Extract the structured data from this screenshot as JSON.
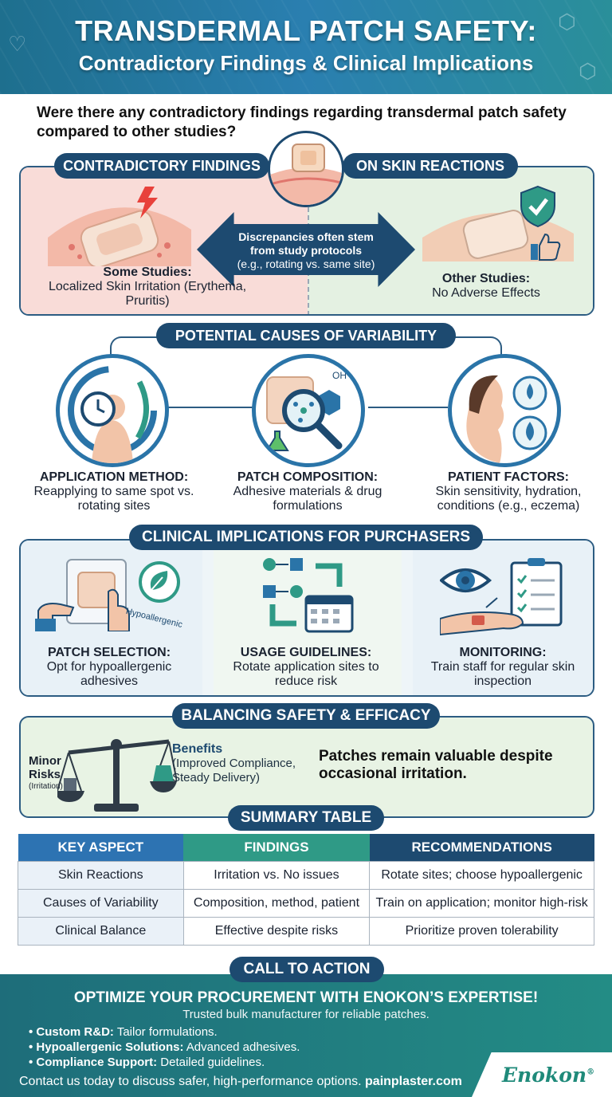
{
  "header": {
    "title_line1": "TRANSDERMAL PATCH SAFETY:",
    "title_line2": "Contradictory Findings & Clinical Implications"
  },
  "question": "Were there any contradictory findings regarding transdermal patch safety compared to other studies?",
  "skin_section": {
    "pill_left": "CONTRADICTORY FINDINGS",
    "pill_right": "ON SKIN REACTIONS",
    "left_title": "Some Studies:",
    "left_desc": "Localized Skin Irritation (Erythema, Pruritis)",
    "right_title": "Other Studies:",
    "right_desc": "No Adverse Effects",
    "arrow_bold": "Discrepancies often stem from study protocols",
    "arrow_sub": "(e.g., rotating vs. same site)"
  },
  "causes": {
    "pill": "POTENTIAL CAUSES OF VARIABILITY",
    "items": [
      {
        "title": "APPLICATION METHOD:",
        "desc": "Reapplying to same spot vs. rotating sites"
      },
      {
        "title": "PATCH COMPOSITION:",
        "desc": "Adhesive materials & drug formulations"
      },
      {
        "title": "PATIENT FACTORS:",
        "desc": "Skin sensitivity, hydration, conditions (e.g., eczema)"
      }
    ],
    "chem_label": "OH"
  },
  "implications": {
    "pill": "CLINICAL IMPLICATIONS FOR PURCHASERS",
    "items": [
      {
        "title": "PATCH SELECTION:",
        "desc": "Opt for hypoallergenic adhesives"
      },
      {
        "title": "USAGE GUIDELINES:",
        "desc": "Rotate application sites to reduce risk"
      },
      {
        "title": "MONITORING:",
        "desc": "Train staff for regular skin inspection"
      }
    ],
    "badge_text": "Hypoallergenic"
  },
  "balance": {
    "pill": "BALANCING SAFETY & EFFICACY",
    "risks_title": "Minor Risks",
    "risks_sub": "(Irritation)",
    "benefits_title": "Benefits",
    "benefits_sub": "(Improved Compliance, Steady Delivery)",
    "statement": "Patches remain valuable despite occasional irritation."
  },
  "summary": {
    "pill": "SUMMARY TABLE",
    "headers": [
      "KEY ASPECT",
      "FINDINGS",
      "RECOMMENDATIONS"
    ],
    "header_colors": [
      "#2d73b2",
      "#2f9a86",
      "#1d4a70"
    ],
    "rows": [
      [
        "Skin Reactions",
        "Irritation vs. No issues",
        "Rotate sites; choose hypoallergenic"
      ],
      [
        "Causes of Variability",
        "Composition, method, patient",
        "Train on application; monitor high-risk"
      ],
      [
        "Clinical Balance",
        "Effective despite risks",
        "Prioritize proven tolerability"
      ]
    ]
  },
  "cta": {
    "pill": "CALL TO ACTION",
    "title": "OPTIMIZE YOUR PROCUREMENT WITH ENOKON’S EXPERTISE!",
    "subtitle": "Trusted bulk manufacturer for reliable patches.",
    "items": [
      {
        "bold": "Custom R&D:",
        "text": "Tailor formulations."
      },
      {
        "bold": "Hypoallergenic Solutions:",
        "text": "Advanced adhesives."
      },
      {
        "bold": "Compliance Support:",
        "text": "Detailed guidelines."
      }
    ],
    "contact_text": "Contact us today to discuss safer, high-performance options.",
    "contact_link": "painplaster.com",
    "logo": "Enokon",
    "logo_mark": "®"
  },
  "colors": {
    "navy": "#1d4a70",
    "blue": "#2a74a8",
    "teal": "#2f9a86",
    "pink_panel": "#f9dcd8",
    "green_panel": "#e4f1e2"
  },
  "icons": [
    "heart-icon",
    "clock-icon",
    "magnifier-icon",
    "water-drop-icon",
    "shield-check-icon",
    "thumbs-up-icon",
    "lightning-icon",
    "leaf-icon",
    "eye-icon",
    "checklist-icon",
    "calendar-icon",
    "scale-icon"
  ]
}
